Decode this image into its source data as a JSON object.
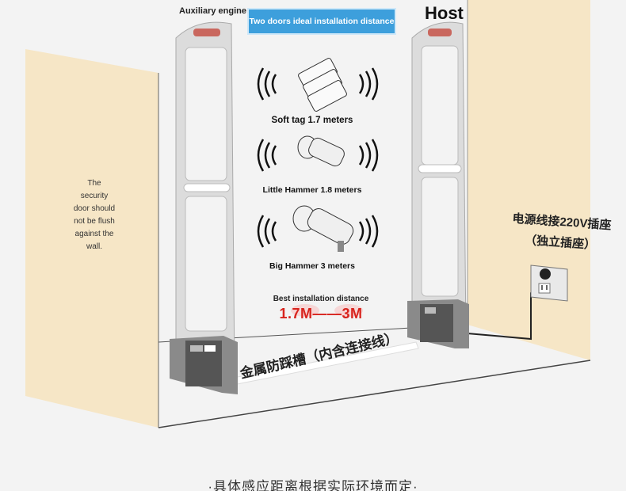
{
  "labels": {
    "auxiliary": "Auxiliary engine",
    "host": "Host",
    "title": "Two doors ideal installation distance",
    "wall_note": "The security door should not be flush against the wall.",
    "soft_tag": "Soft tag 1.7 meters",
    "little_hammer": "Little Hammer 1.8 meters",
    "big_hammer": "Big Hammer 3 meters",
    "best_distance": "Best installation distance",
    "distance_range": "1.7M——3M",
    "power_line1": "电源线接220V插座",
    "power_line2": "（独立插座）",
    "groove": "金属防踩槽（内含连接线）",
    "footer": "·具体感应距离根据实际环境而定·"
  },
  "colors": {
    "wall": "#f6e6c6",
    "highlight": "#d8231d",
    "banner": "#3d9fdc"
  },
  "icons": [
    "soft-tag-icon",
    "little-hammer-icon",
    "big-hammer-icon",
    "signal-wave-icon",
    "power-socket-icon"
  ]
}
